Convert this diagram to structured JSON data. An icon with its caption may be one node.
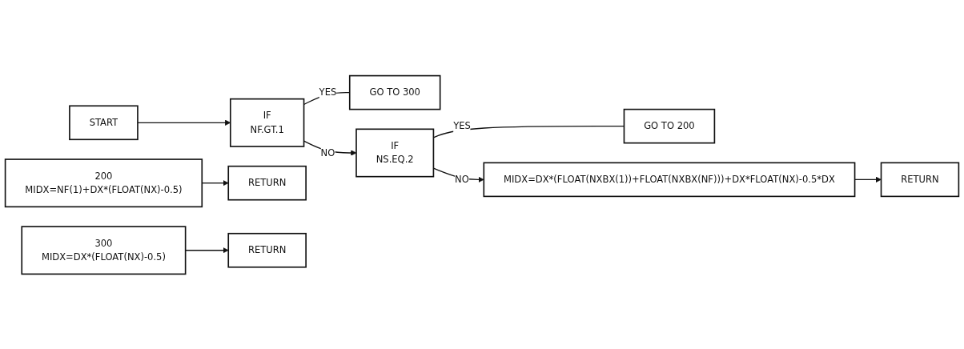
{
  "diagram": {
    "nodes": [
      {
        "text": [
          "START"
        ]
      },
      {
        "text": [
          "IF",
          "NF.GT.1"
        ]
      },
      {
        "text": [
          "GO TO 300"
        ]
      },
      {
        "text": [
          "IF",
          "NS.EQ.2"
        ]
      },
      {
        "text": [
          "GO TO 200"
        ]
      },
      {
        "text": [
          "MIDX=DX*(FLOAT(NXBX(1))+FLOAT(NXBX(NF)))+DX*FLOAT(NX)-0.5*DX"
        ]
      },
      {
        "text": [
          "RETURN"
        ]
      },
      {
        "text": [
          "200",
          "MIDX=NF(1)+DX*(FLOAT(NX)-0.5)"
        ]
      },
      {
        "text": [
          "RETURN"
        ]
      },
      {
        "text": [
          "300",
          "MIDX=DX*(FLOAT(NX)-0.5)"
        ]
      },
      {
        "text": [
          "RETURN"
        ]
      }
    ],
    "edges": [
      {
        "from": 0,
        "to": 1,
        "arrow": "to"
      },
      {
        "from": 1,
        "to": 2,
        "arrow": "none",
        "label": "YES"
      },
      {
        "from": 1,
        "to": 3,
        "arrow": "to",
        "label": "NO"
      },
      {
        "from": 3,
        "to": 4,
        "arrow": "none",
        "label": "YES"
      },
      {
        "from": 3,
        "to": 5,
        "arrow": "to",
        "label": "NO"
      },
      {
        "from": 5,
        "to": 6,
        "arrow": "to"
      },
      {
        "from": 7,
        "to": 8,
        "arrow": "to"
      },
      {
        "from": 9,
        "to": 10,
        "arrow": "to"
      }
    ]
  }
}
